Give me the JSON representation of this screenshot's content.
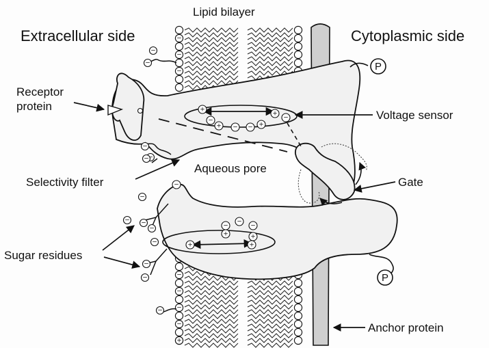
{
  "labels": {
    "lipid_bilayer": "Lipid bilayer",
    "extracellular": "Extracellular side",
    "cytoplasmic": "Cytoplasmic side",
    "receptor": [
      "Receptor",
      "protein"
    ],
    "voltage_sensor": "Voltage sensor",
    "aqueous_pore": "Aqueous pore",
    "selectivity_filter": "Selectivity filter",
    "gate": "Gate",
    "sugar_residues": "Sugar residues",
    "anchor_protein": "Anchor protein"
  },
  "symbols": {
    "phosphate": "P",
    "plus": "+",
    "minus": "−"
  },
  "colors": {
    "ink": "#111111",
    "protein_fill": "#f1f1f1",
    "anchor_fill": "#cfcfcf",
    "background": "#fdfdfd"
  }
}
